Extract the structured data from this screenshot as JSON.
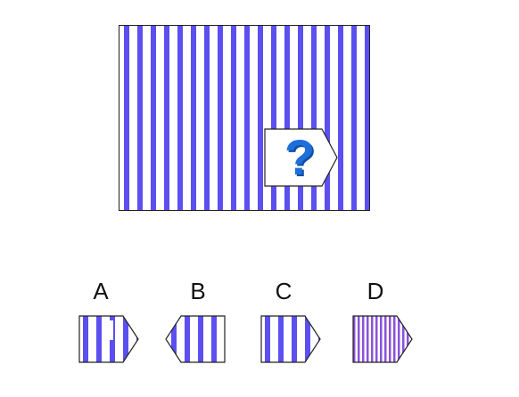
{
  "puzzle": {
    "question_mark": "?",
    "colors": {
      "stripe": "#5b4ff0",
      "stripe_fine": "#8a52d8",
      "question_mark": "#1e6fd9",
      "outline": "#222222"
    }
  },
  "options": [
    {
      "label": "A"
    },
    {
      "label": "B"
    },
    {
      "label": "C"
    },
    {
      "label": "D"
    }
  ]
}
